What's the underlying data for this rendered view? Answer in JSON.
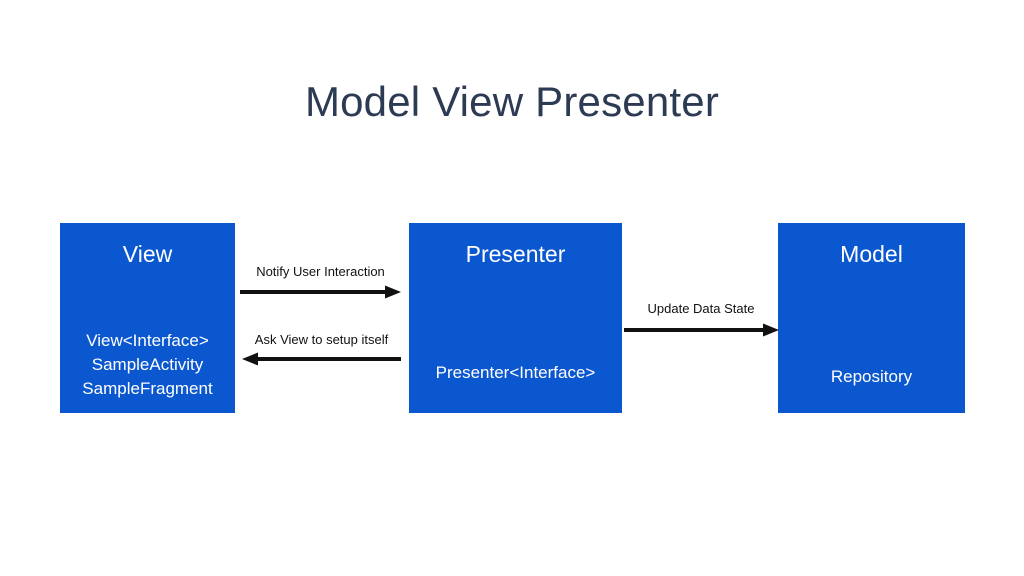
{
  "slide": {
    "title": "Model View Presenter",
    "background_color": "#ffffff",
    "title_color": "#2c3a54",
    "box_color": "#0b57d0",
    "box_text_color": "#ffffff",
    "arrow_color": "#111111"
  },
  "nodes": [
    {
      "id": "view",
      "title": "View",
      "lines": [
        "View<Interface>",
        "SampleActivity",
        "SampleFragment"
      ]
    },
    {
      "id": "presenter",
      "title": "Presenter",
      "lines": [
        "Presenter<Interface>"
      ]
    },
    {
      "id": "model",
      "title": "Model",
      "lines": [
        "Repository"
      ]
    }
  ],
  "arrows": [
    {
      "id": "notify",
      "label": "Notify User Interaction",
      "direction": "right",
      "from": "view",
      "to": "presenter"
    },
    {
      "id": "ask",
      "label": "Ask View to setup itself",
      "direction": "left",
      "from": "presenter",
      "to": "view"
    },
    {
      "id": "update",
      "label": "Update Data State",
      "direction": "right",
      "from": "presenter",
      "to": "model"
    }
  ]
}
